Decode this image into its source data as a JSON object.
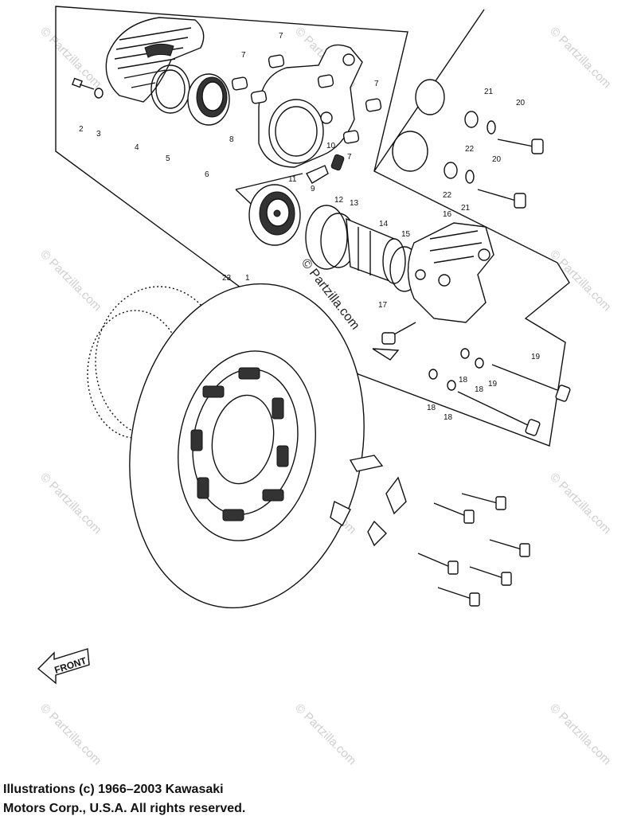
{
  "watermark": "© Partzilla.com",
  "center_stamp": "© Partzilla.com",
  "front_arrow_label": "FRONT",
  "copyright": {
    "line1": "Illustrations (c) 1966–2003 Kawasaki",
    "line2": "Motors Corp., U.S.A.  All rights reserved."
  },
  "callouts": [
    {
      "id": "c7a",
      "text": "7"
    },
    {
      "id": "c7b",
      "text": "7"
    },
    {
      "id": "c7c",
      "text": "7"
    },
    {
      "id": "c7d",
      "text": "7"
    },
    {
      "id": "c2",
      "text": "2"
    },
    {
      "id": "c3",
      "text": "3"
    },
    {
      "id": "c4",
      "text": "4"
    },
    {
      "id": "c5",
      "text": "5"
    },
    {
      "id": "c6",
      "text": "6"
    },
    {
      "id": "c8",
      "text": "8"
    },
    {
      "id": "c9",
      "text": "9"
    },
    {
      "id": "c10",
      "text": "10"
    },
    {
      "id": "c11",
      "text": "11"
    },
    {
      "id": "c12",
      "text": "12"
    },
    {
      "id": "c13",
      "text": "13"
    },
    {
      "id": "c14",
      "text": "14"
    },
    {
      "id": "c15",
      "text": "15"
    },
    {
      "id": "c16",
      "text": "16"
    },
    {
      "id": "c17",
      "text": "17"
    },
    {
      "id": "c18a",
      "text": "18"
    },
    {
      "id": "c18b",
      "text": "18"
    },
    {
      "id": "c18c",
      "text": "18"
    },
    {
      "id": "c18d",
      "text": "18"
    },
    {
      "id": "c19a",
      "text": "19"
    },
    {
      "id": "c19b",
      "text": "19"
    },
    {
      "id": "c20a",
      "text": "20"
    },
    {
      "id": "c20b",
      "text": "20"
    },
    {
      "id": "c21a",
      "text": "21"
    },
    {
      "id": "c21b",
      "text": "21"
    },
    {
      "id": "c22a",
      "text": "22"
    },
    {
      "id": "c22b",
      "text": "22"
    },
    {
      "id": "c23",
      "text": "23"
    },
    {
      "id": "c1",
      "text": "1"
    }
  ]
}
